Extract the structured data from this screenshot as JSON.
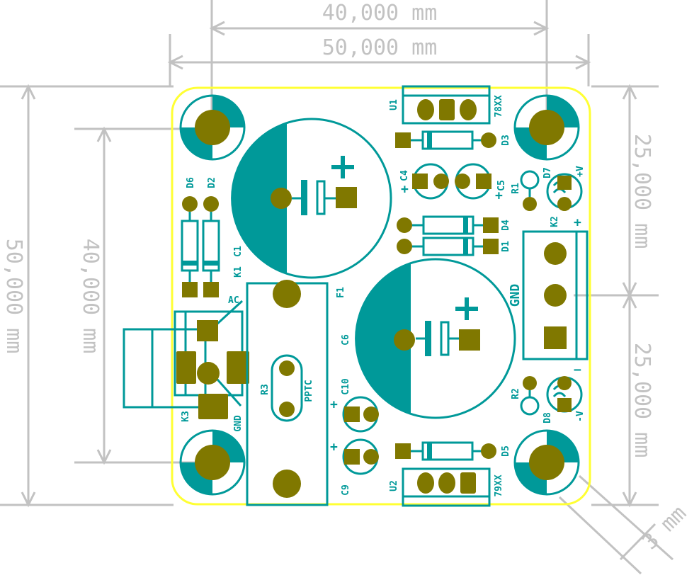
{
  "dimensions": {
    "top_inner": "40,000 mm",
    "top_outer": "50,000 mm",
    "left_outer": "50,000 mm",
    "left_inner": "40,000 mm",
    "right_upper": "25,000 mm",
    "right_lower": "25,000 mm",
    "corner_radius": "3 mm"
  },
  "refs": {
    "u1": "U1",
    "u1_value": "78XX",
    "u2": "U2",
    "u2_value": "79XX",
    "d1": "D1",
    "d2": "D2",
    "d3": "D3",
    "d4": "D4",
    "d5": "D5",
    "d6": "D6",
    "d7": "D7",
    "d8": "D8",
    "c1": "C1",
    "c4": "C4",
    "c5": "C5",
    "c6": "C6",
    "c9": "C9",
    "c10": "C10",
    "r1": "R1",
    "r2": "R2",
    "r3": "R3",
    "k1": "K1",
    "k2": "K2",
    "k3": "K3",
    "f1": "F1",
    "pptc": "PPTC"
  },
  "labels": {
    "ac": "AC",
    "gnd_left": "GND",
    "gnd_right": "GND",
    "pos_v": "+V",
    "neg_v": "-V",
    "plus": "+",
    "minus": "−",
    "c4_plus": "+",
    "c5_plus": "+",
    "c10_plus": "+",
    "c9_plus": "+"
  },
  "colors": {
    "silkscreen": "#009999",
    "pads": "#807800",
    "board_edge": "#ffff33",
    "dimensions": "#c2c2c2"
  }
}
